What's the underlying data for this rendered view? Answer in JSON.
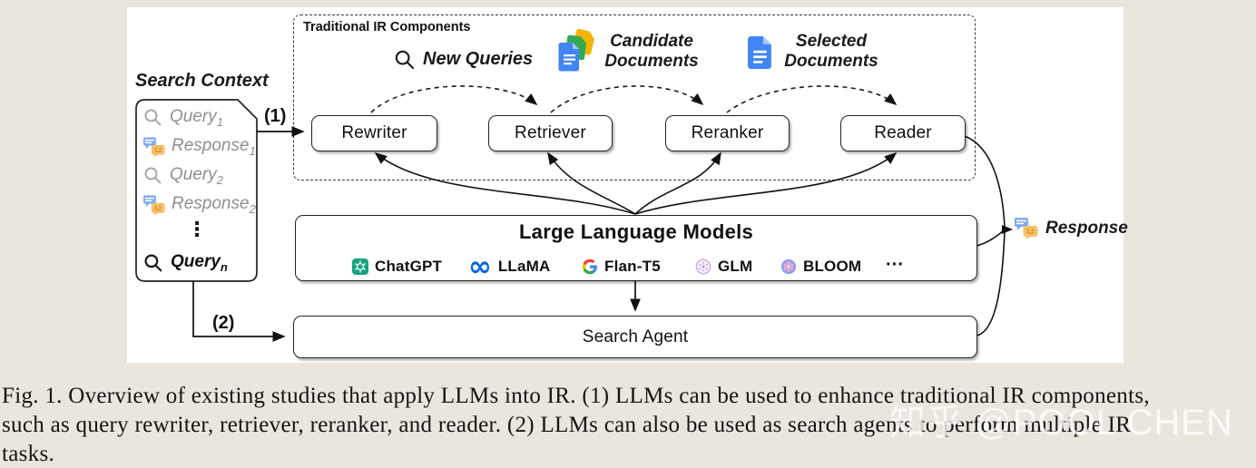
{
  "colors": {
    "page_bg": "#eae6dd",
    "panel_bg": "#ffffff",
    "stroke": "#1a1a1a",
    "muted_text": "#8f8f8f",
    "doc_blue": "#4285f4",
    "doc_green": "#34a853",
    "doc_yellow": "#f4b400",
    "meta_blue": "#0866e0",
    "openai_green": "#17a27d",
    "glm_purple": "#c9a2e2",
    "bloom_periwinkle": "#8ea0ee",
    "bloom_pink": "#f2a7cd"
  },
  "figure": {
    "search_context": {
      "title": "Search Context",
      "items": [
        {
          "label": "Query",
          "sub": "1"
        },
        {
          "label": "Response",
          "sub": "1"
        },
        {
          "label": "Query",
          "sub": "2"
        },
        {
          "label": "Response",
          "sub": "2"
        },
        {
          "label": "Query",
          "sub": "n"
        }
      ],
      "ellipsis": "⋮"
    },
    "flow": {
      "label1": "(1)",
      "label2": "(2)"
    },
    "traditional_ir": {
      "title": "Traditional IR Components",
      "new_queries": "New Queries",
      "candidate_documents_line1": "Candidate",
      "candidate_documents_line2": "Documents",
      "selected_documents_line1": "Selected",
      "selected_documents_line2": "Documents",
      "components": [
        "Rewriter",
        "Retriever",
        "Reranker",
        "Reader"
      ]
    },
    "llm": {
      "title": "Large Language Models",
      "models": [
        "ChatGPT",
        "LLaMA",
        "Flan-T5",
        "GLM",
        "BLOOM"
      ],
      "more": "···"
    },
    "search_agent": "Search Agent",
    "response": "Response"
  },
  "caption": {
    "line1": "Fig. 1. Overview of existing studies that apply LLMs into IR. (1) LLMs can be used to enhance traditional IR components,",
    "line2": "such as query rewriter, retriever, reranker, and reader. (2) LLMs can also be used as search agents to perform multiple IR",
    "line3": "tasks."
  },
  "watermark": "知乎 @POOL CHEN"
}
